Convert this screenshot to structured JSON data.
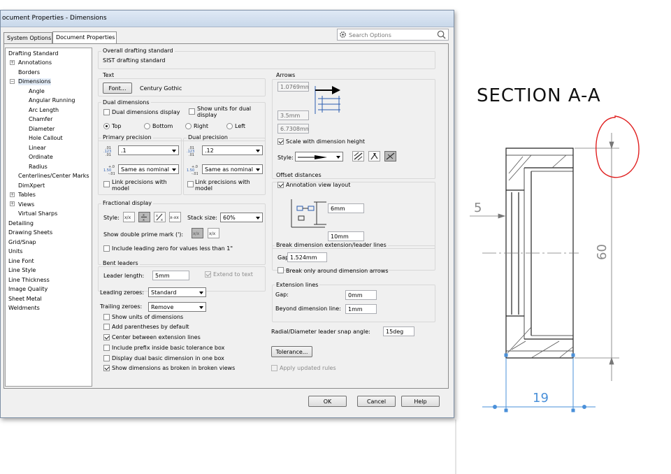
{
  "drawing": {
    "section_title": "SECTION A-A",
    "dim_left": "5",
    "dim_height": "60",
    "dim_bottom": "19"
  },
  "window": {
    "title": "ocument Properties - Dimensions"
  },
  "tabs": [
    {
      "label": "System Options"
    },
    {
      "label": "Document Properties"
    }
  ],
  "search": {
    "placeholder": "Search Options"
  },
  "tree": {
    "items": [
      {
        "label": "Drafting Standard"
      },
      {
        "label": "Annotations"
      },
      {
        "label": "Borders"
      },
      {
        "label": "Dimensions"
      },
      {
        "label": "Angle"
      },
      {
        "label": "Angular Running"
      },
      {
        "label": "Arc Length"
      },
      {
        "label": "Chamfer"
      },
      {
        "label": "Diameter"
      },
      {
        "label": "Hole Callout"
      },
      {
        "label": "Linear"
      },
      {
        "label": "Ordinate"
      },
      {
        "label": "Radius"
      },
      {
        "label": "Centerlines/Center Marks"
      },
      {
        "label": "DimXpert"
      },
      {
        "label": "Tables"
      },
      {
        "label": "Views"
      },
      {
        "label": "Virtual Sharps"
      },
      {
        "label": "Detailing"
      },
      {
        "label": "Drawing Sheets"
      },
      {
        "label": "Grid/Snap"
      },
      {
        "label": "Units"
      },
      {
        "label": "Line Font"
      },
      {
        "label": "Line Style"
      },
      {
        "label": "Line Thickness"
      },
      {
        "label": "Image Quality"
      },
      {
        "label": "Sheet Metal"
      },
      {
        "label": "Weldments"
      }
    ]
  },
  "overall": {
    "label": "Overall drafting standard",
    "value": "SIST drafting standard"
  },
  "text": {
    "label": "Text",
    "font_button": "Font...",
    "font_name": "Century Gothic"
  },
  "dual": {
    "label": "Dual dimensions",
    "display_label": "Dual dimensions display",
    "display_checked": false,
    "show_units_label": "Show units for dual display",
    "show_units_checked": false,
    "positions": [
      {
        "label": "Top",
        "checked": true
      },
      {
        "label": "Bottom",
        "checked": false
      },
      {
        "label": "Right",
        "checked": false
      },
      {
        "label": "Left",
        "checked": false
      }
    ]
  },
  "primary_precision": {
    "label": "Primary precision",
    "value": ".1",
    "tolerance": "Same as nominal",
    "link_label": "Link precisions with model",
    "link_checked": false
  },
  "dual_precision": {
    "label": "Dual precision",
    "value": ".12",
    "tolerance": "Same as nominal",
    "link_label": "Link precisions with model",
    "link_checked": false
  },
  "fractional": {
    "label": "Fractional display",
    "style_label": "Style:",
    "style_active_index": 1,
    "stack_label": "Stack size:",
    "stack_value": "60%",
    "double_prime_label": "Show double prime mark ('):",
    "leading_zero_label": "Include leading zero for values less than 1\"",
    "leading_zero_checked": false
  },
  "bent": {
    "label": "Bent leaders",
    "length_label": "Leader length:",
    "length_value": "5mm",
    "extend_label": "Extend to text",
    "extend_checked": true
  },
  "zeroes": {
    "leading_label": "Leading zeroes:",
    "leading_value": "Standard",
    "trailing_label": "Trailing zeroes:",
    "trailing_value": "Remove"
  },
  "options": [
    {
      "label": "Show units of dimensions",
      "checked": false
    },
    {
      "label": "Add parentheses by default",
      "checked": false
    },
    {
      "label": "Center between extension lines",
      "checked": true
    },
    {
      "label": "Include prefix inside basic tolerance box",
      "checked": false
    },
    {
      "label": "Display dual basic dimension in one box",
      "checked": false
    },
    {
      "label": "Show dimensions as broken in broken views",
      "checked": true
    }
  ],
  "arrows": {
    "label": "Arrows",
    "size1": "1.0769mm",
    "size2": "3.5mm",
    "size3": "6.7308mm",
    "scale_label": "Scale with dimension height",
    "scale_checked": true,
    "style_label": "Style:"
  },
  "offset": {
    "label": "Offset distances",
    "annotation_label": "Annotation view layout",
    "annotation_checked": true,
    "value1": "6mm",
    "value2": "10mm"
  },
  "break": {
    "label": "Break dimension extension/leader lines",
    "gap_label": "Gap:",
    "gap_value": "1.524mm",
    "only_label": "Break only around dimension arrows",
    "only_checked": false
  },
  "extension": {
    "label": "Extension lines",
    "gap_label": "Gap:",
    "gap_value": "0mm",
    "beyond_label": "Beyond dimension line:",
    "beyond_value": "1mm"
  },
  "radial": {
    "label": "Radial/Diameter leader snap angle:",
    "value": "15deg"
  },
  "tolerance_button": "Tolerance...",
  "apply_rules": {
    "label": "Apply updated rules",
    "checked": false
  },
  "buttons": {
    "ok": "OK",
    "cancel": "Cancel",
    "help": "Help"
  }
}
